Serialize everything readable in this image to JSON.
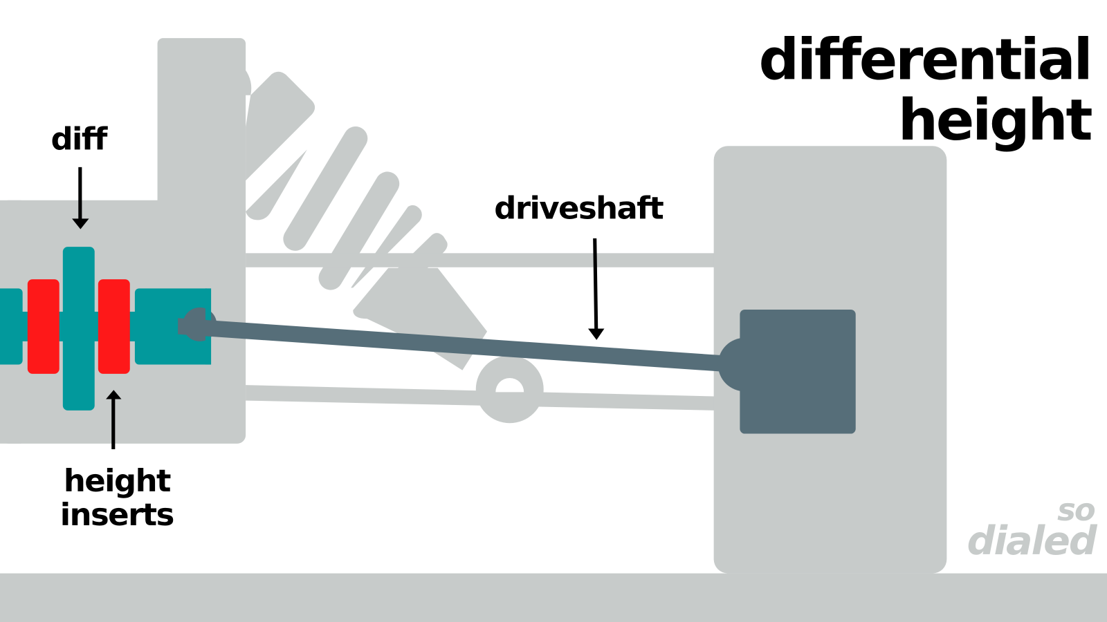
{
  "title": {
    "line1": "differential",
    "line2": "height"
  },
  "labels": {
    "diff": "diff",
    "driveshaft": "driveshaft",
    "height_inserts_line1": "height",
    "height_inserts_line2": "inserts"
  },
  "logo": {
    "line1": "so",
    "line2": "dialed"
  },
  "colors": {
    "background": "#ffffff",
    "chassis_gray": "#c7cbca",
    "diff_teal": "#02999c",
    "insert_red": "#fe1819",
    "driveshaft_slate": "#566e79",
    "text": "#000000"
  }
}
